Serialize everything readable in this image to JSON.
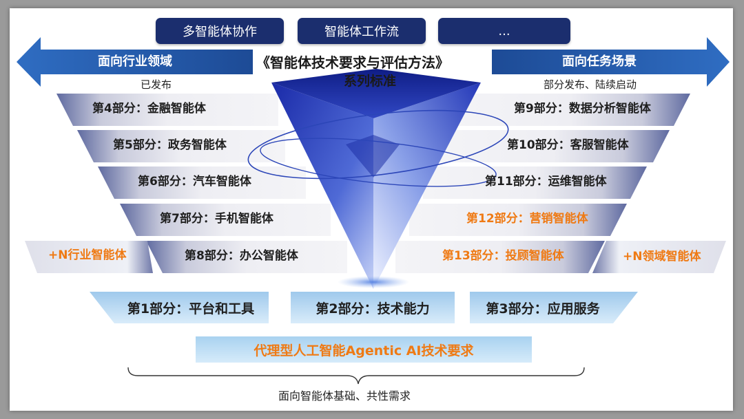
{
  "top_tags": [
    "多智能体协作",
    "智能体工作流",
    "..."
  ],
  "left_arrow_label": "面向行业领域",
  "right_arrow_label": "面向任务场景",
  "center_title_line1": "《智能体技术要求与评估方法》",
  "center_title_line2": "系列标准",
  "left_status": "已发布",
  "right_status": "部分发布、陆续启动",
  "left_parts": [
    "第4部分：金融智能体",
    "第5部分：政务智能体",
    "第6部分：汽车智能体",
    "第7部分：手机智能体",
    "第8部分：办公智能体"
  ],
  "right_parts": [
    "第9部分：数据分析智能体",
    "第10部分：客服智能体",
    "第11部分：运维智能体",
    "第12部分：营销智能体",
    "第13部分：投顾智能体"
  ],
  "left_extra": "+N行业智能体",
  "right_extra": "+N领域智能体",
  "foundation_parts": [
    "第1部分：平台和工具",
    "第2部分：技术能力",
    "第3部分：应用服务"
  ],
  "base_bar": "代理型人工智能Agentic AI技术要求",
  "bottom_caption": "面向智能体基础、共性需求",
  "colors": {
    "navy": "#1b2e6e",
    "arrow_blue": "#2c62b8",
    "orange": "#ef7a14",
    "band_light": "#e9e9ef",
    "band_dark": "#6f78a8"
  }
}
